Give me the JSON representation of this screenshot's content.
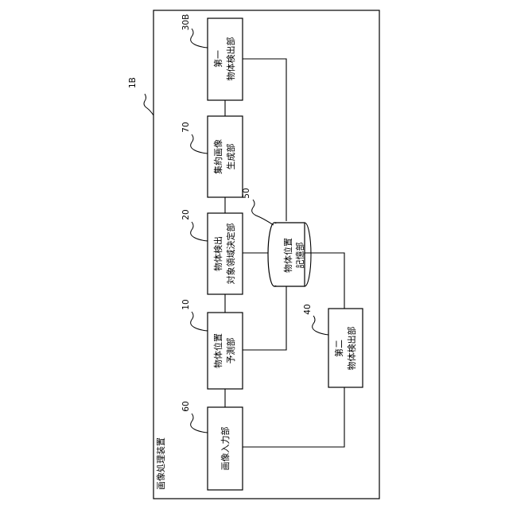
{
  "apparatus": {
    "ref": "1B",
    "title": "画像処理装置"
  },
  "blocks": {
    "image_input": {
      "ref": "60",
      "label": "画像入力部"
    },
    "position_predict": {
      "ref": "10",
      "line1": "物体位置",
      "line2": "予測部"
    },
    "region_decide": {
      "ref": "20",
      "line1": "物体検出",
      "line2": "対象領域決定部"
    },
    "aggregate_image": {
      "ref": "70",
      "line1": "集約画像",
      "line2": "生成部"
    },
    "detector_first": {
      "ref": "30B",
      "line1": "第一",
      "line2": "物体検出部"
    },
    "detector_second": {
      "ref": "40",
      "line1": "第二",
      "line2": "物体検出部"
    },
    "position_store": {
      "ref": "50",
      "line1": "物体位置",
      "line2": "記憶部"
    }
  }
}
